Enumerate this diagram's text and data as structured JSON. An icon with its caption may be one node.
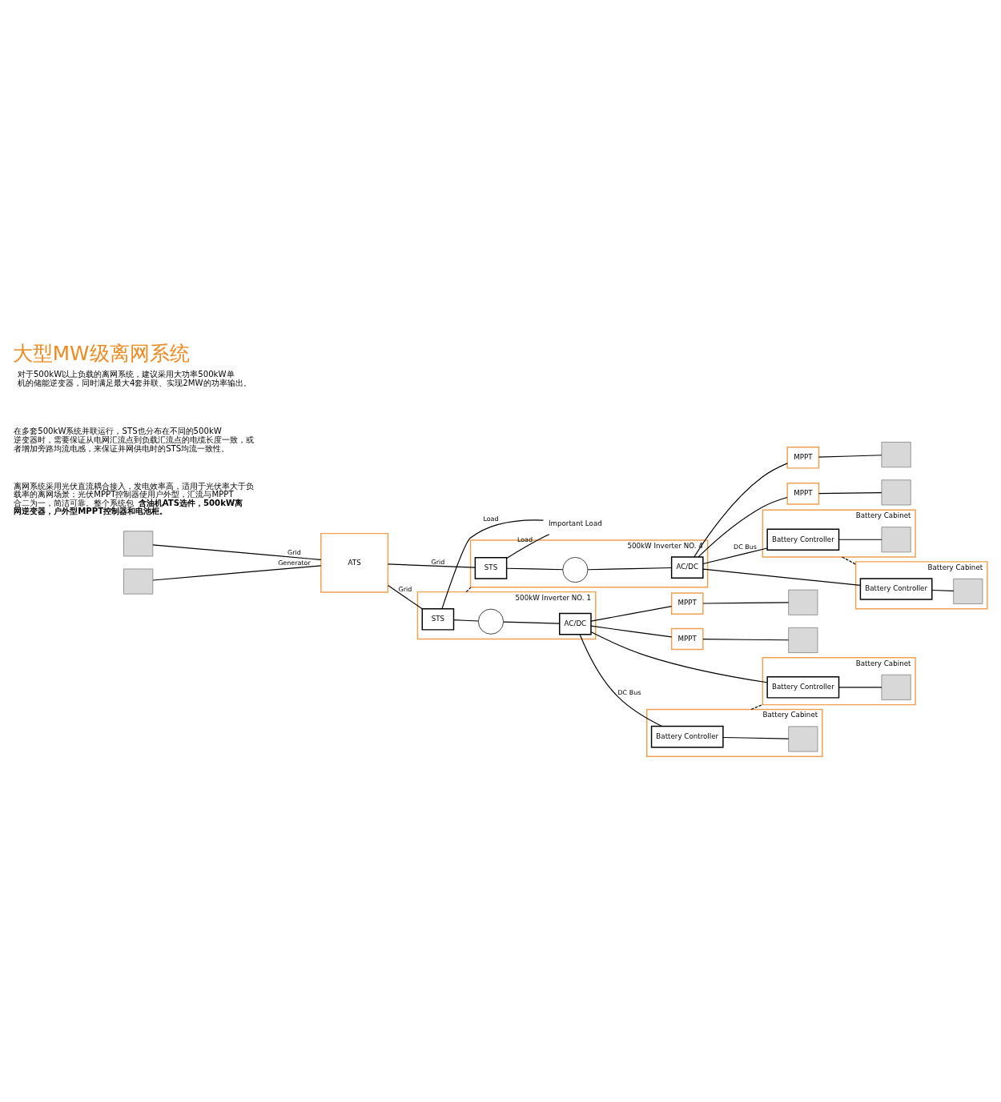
{
  "diagram": {
    "title": "大型MW级离网系统",
    "nodes": [
      {
        "text": [],
        "shape": "box"
      },
      {
        "text": [],
        "shape": "box"
      },
      {
        "text": [
          "ATS"
        ]
      },
      {
        "text": [
          "500kW Inverter NO. 1"
        ]
      },
      {
        "text": [
          "STS"
        ],
        "in": 3
      },
      {
        "text": [],
        "shape": "circle",
        "in": 3
      },
      {
        "text": [
          "AC/DC"
        ],
        "in": 3
      },
      {
        "text": [
          "500kW Inverter NO. 4"
        ]
      },
      {
        "text": [
          "STS"
        ],
        "in": 7
      },
      {
        "text": [],
        "shape": "circle",
        "in": 7
      },
      {
        "text": [
          "AC/DC"
        ],
        "in": 7
      },
      {
        "text": [
          "Important Load"
        ]
      },
      {
        "text": [
          "Battery Cabinet"
        ]
      },
      {
        "text": [
          "Battery Controller"
        ],
        "in": 12
      },
      {
        "text": [],
        "shape": "box",
        "in": 12
      },
      {
        "text": [
          "MPPT"
        ]
      },
      {
        "text": [],
        "shape": "box"
      },
      {
        "text": [
          "Battery Cabinet"
        ]
      },
      {
        "text": [
          "Battery Controller"
        ],
        "in": 17
      },
      {
        "text": [],
        "shape": "box",
        "in": 17
      },
      {
        "text": [
          "MPPT"
        ]
      },
      {
        "text": [],
        "shape": "box"
      },
      {
        "text": [
          "Battery Cabinet"
        ]
      },
      {
        "text": [
          "Battery Controller"
        ],
        "in": 22
      },
      {
        "text": [],
        "shape": "box",
        "in": 22
      },
      {
        "text": [
          "MPPT"
        ]
      },
      {
        "text": [],
        "shape": "box"
      },
      {
        "text": [
          "Battery Cabinet"
        ]
      },
      {
        "text": [
          "Battery Controller"
        ],
        "in": 27
      },
      {
        "text": [],
        "shape": "box",
        "in": 27
      },
      {
        "text": [
          "MPPT"
        ]
      },
      {
        "text": [],
        "shape": "box"
      }
    ],
    "edges": [
      {
        "from": 0,
        "to": 2,
        "arrow": "none",
        "label": "Grid"
      },
      {
        "from": 1,
        "to": 2,
        "arrow": "none",
        "label": "Generator"
      },
      {
        "from": 2,
        "to": 4,
        "arrow": "none",
        "label": "Grid"
      },
      {
        "from": 2,
        "to": 8,
        "arrow": "none",
        "label": "Grid"
      },
      {
        "from": 4,
        "to": 5,
        "arrow": "none"
      },
      {
        "from": 5,
        "to": 6,
        "arrow": "none"
      },
      {
        "from": 4,
        "to": 11,
        "arrow": "none",
        "label": "Load"
      },
      {
        "from": 8,
        "to": 9,
        "arrow": "none"
      },
      {
        "from": 9,
        "to": 10,
        "arrow": "none"
      },
      {
        "from": 8,
        "to": 11,
        "arrow": "none",
        "label": "Load"
      },
      {
        "from": 3,
        "to": 7,
        "arrow": "none",
        "style": "dashed"
      },
      {
        "from": 6,
        "to": 13,
        "arrow": "none",
        "label": "DC Bus"
      },
      {
        "from": 6,
        "to": 15,
        "arrow": "none"
      },
      {
        "from": 13,
        "to": 14,
        "arrow": "none"
      },
      {
        "from": 15,
        "to": 16,
        "arrow": "none"
      },
      {
        "from": 6,
        "to": 18,
        "arrow": "none"
      },
      {
        "from": 6,
        "to": 20,
        "arrow": "none"
      },
      {
        "from": 18,
        "to": 19,
        "arrow": "none"
      },
      {
        "from": 20,
        "to": 21,
        "arrow": "none"
      },
      {
        "from": 12,
        "to": 17,
        "arrow": "none",
        "style": "dashed"
      },
      {
        "from": 10,
        "to": 23,
        "arrow": "none",
        "label": "DC Bus"
      },
      {
        "from": 10,
        "to": 25,
        "arrow": "none"
      },
      {
        "from": 23,
        "to": 24,
        "arrow": "none"
      },
      {
        "from": 25,
        "to": 26,
        "arrow": "none"
      },
      {
        "from": 10,
        "to": 28,
        "arrow": "none"
      },
      {
        "from": 10,
        "to": 30,
        "arrow": "none"
      },
      {
        "from": 28,
        "to": 29,
        "arrow": "none"
      },
      {
        "from": 30,
        "to": 31,
        "arrow": "none"
      },
      {
        "from": 22,
        "to": 27,
        "arrow": "none",
        "style": "dashed"
      }
    ],
    "labels": [
      "对于500kW以上负载的离网系统，建议采用大功率500kW单机的储能逆变器，同时满足最大4套并联、实现2MW的功率输出。",
      "在多套500kW系统并联运行，STS也分布在不同的500kW逆变器时，需要保证从电网汇流点到负载汇流点的电缆长度一致，或者增加旁路均流电感，来保证并网供电时的STS均流一致性。",
      "离网系统采用光伏直流耦合接入，发电效率高，适用于光伏率大于负载率的离网场景；光伏MPPT控制器使用户外型，汇流与MPPT合二为一，简洁可靠。整个系统包**含油机ATS选件，500kW离网逆变器，户外型MPPT控制器和电池柜。**"
    ]
  }
}
